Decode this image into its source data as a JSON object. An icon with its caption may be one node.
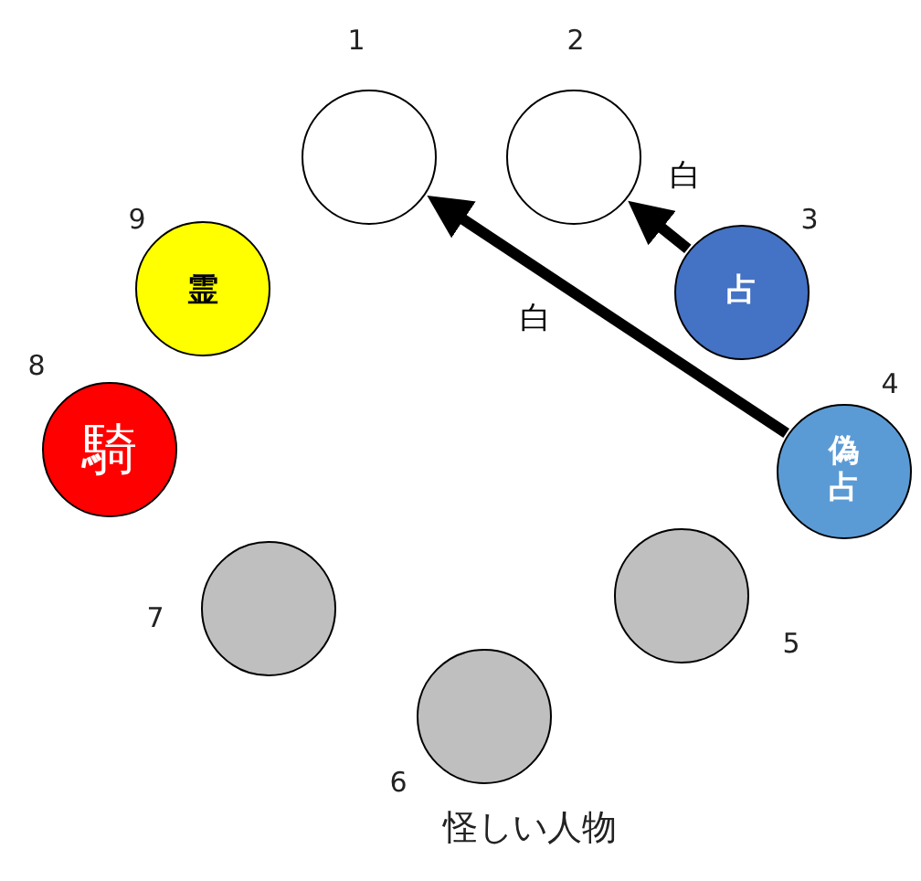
{
  "diagram": {
    "nodes": [
      {
        "text": [],
        "shape": "circle",
        "beside": [
          "1"
        ]
      },
      {
        "text": [],
        "shape": "circle",
        "beside": [
          "2"
        ]
      },
      {
        "text": [
          "占"
        ],
        "beside": [
          "3"
        ]
      },
      {
        "text": [
          "偽占"
        ],
        "beside": [
          "4"
        ]
      },
      {
        "text": [],
        "shape": "circle",
        "beside": [
          "5"
        ]
      },
      {
        "text": [],
        "shape": "circle",
        "beside": [
          "6",
          "怪しい人物"
        ]
      },
      {
        "text": [],
        "shape": "circle",
        "beside": [
          "7"
        ]
      },
      {
        "text": [
          "騎"
        ],
        "beside": [
          "8"
        ]
      },
      {
        "text": [
          "霊"
        ],
        "beside": [
          "9"
        ]
      }
    ],
    "edges": [
      {
        "from": 2,
        "to": 1,
        "arrow": "to",
        "label": "白"
      },
      {
        "from": 3,
        "to": 0,
        "arrow": "to",
        "label": "白"
      }
    ]
  }
}
